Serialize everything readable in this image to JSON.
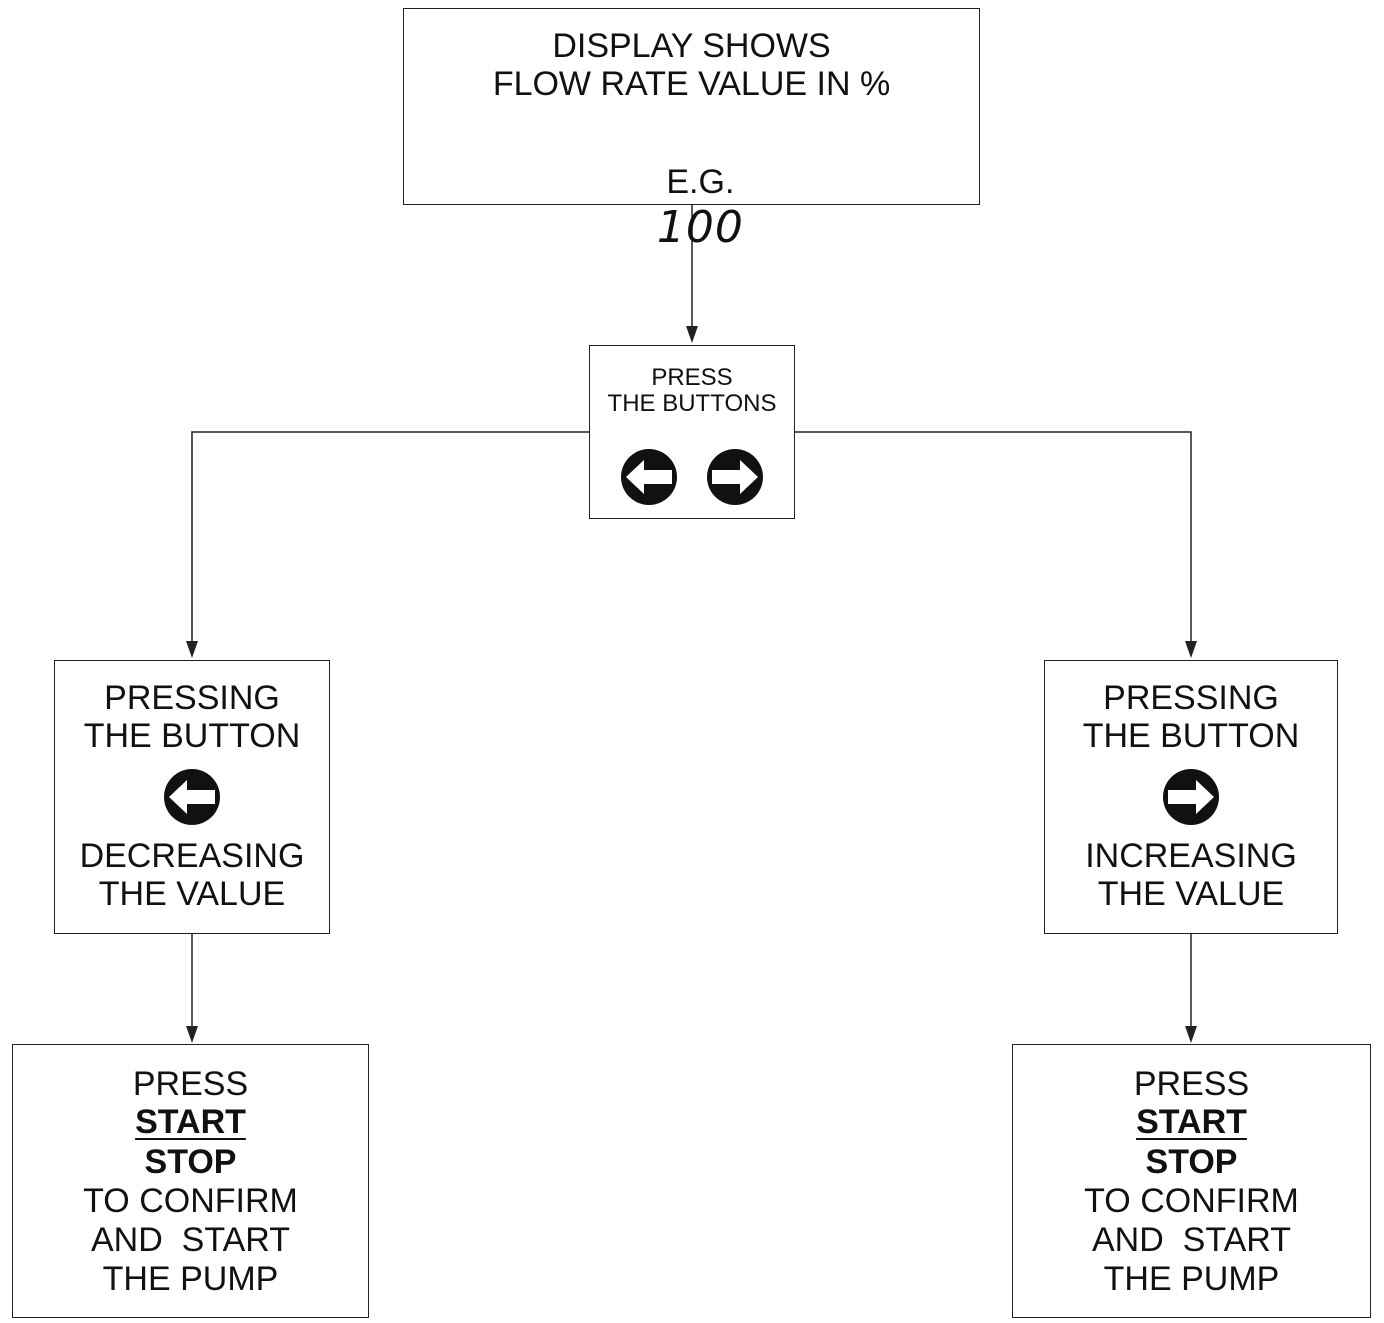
{
  "display_box": {
    "line1": "DISPLAY SHOWS",
    "line2": "FLOW RATE VALUE IN %",
    "eg_label": "E.G.",
    "eg_value": "100"
  },
  "press_box": {
    "line1": "PRESS",
    "line2": "THE BUTTONS",
    "icons": [
      "left-arrow-button-icon",
      "right-arrow-button-icon"
    ]
  },
  "left_box": {
    "line1": "PRESSING",
    "line2": "THE BUTTON",
    "icon": "left-arrow-button-icon",
    "line3": "DECREASING",
    "line4": "THE VALUE"
  },
  "right_box": {
    "line1": "PRESSING",
    "line2": "THE BUTTON",
    "icon": "right-arrow-button-icon",
    "line3": "INCREASING",
    "line4": "THE VALUE"
  },
  "confirm_left": {
    "line1": "PRESS",
    "start": "START",
    "stop": "STOP",
    "line4": "TO CONFIRM",
    "line5": "AND  START",
    "line6": "THE PUMP"
  },
  "confirm_right": {
    "line1": "PRESS",
    "start": "START",
    "stop": "STOP",
    "line4": "TO CONFIRM",
    "line5": "AND  START",
    "line6": "THE PUMP"
  }
}
